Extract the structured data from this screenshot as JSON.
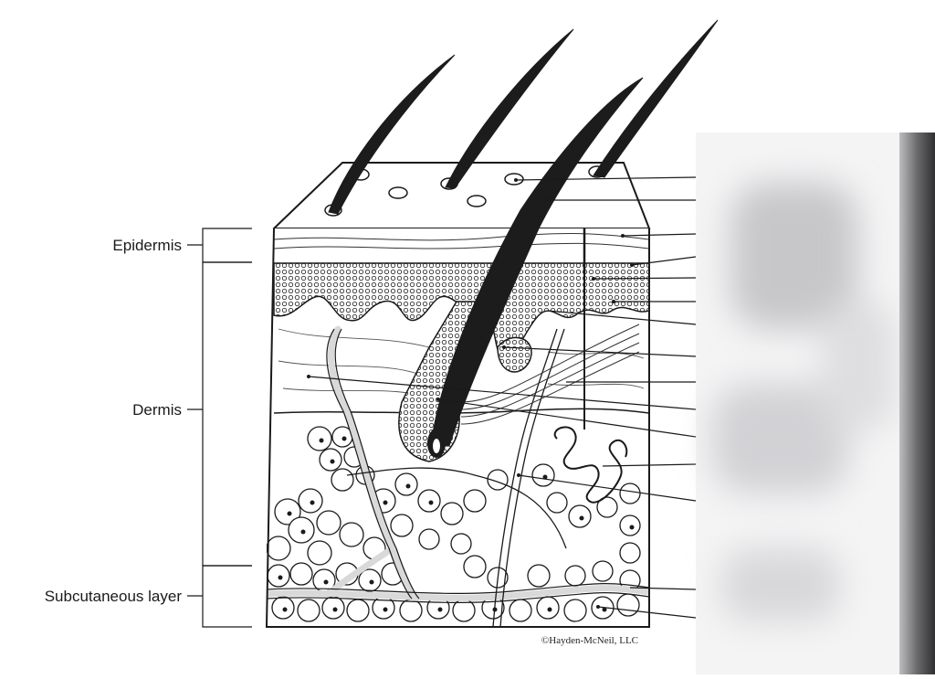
{
  "layers": {
    "epidermis": "Epidermis",
    "dermis": "Dermis",
    "subcutaneous": "Subcutaneous layer"
  },
  "credit": "©Hayden-McNeil, LLC",
  "colors": {
    "ink": "#1a1a1a",
    "hair": "#1c1c1c",
    "vessel": "#d9d9d9",
    "redacted_panel": "#e9e9eb",
    "redacted_edge": "#3c3c3e"
  }
}
